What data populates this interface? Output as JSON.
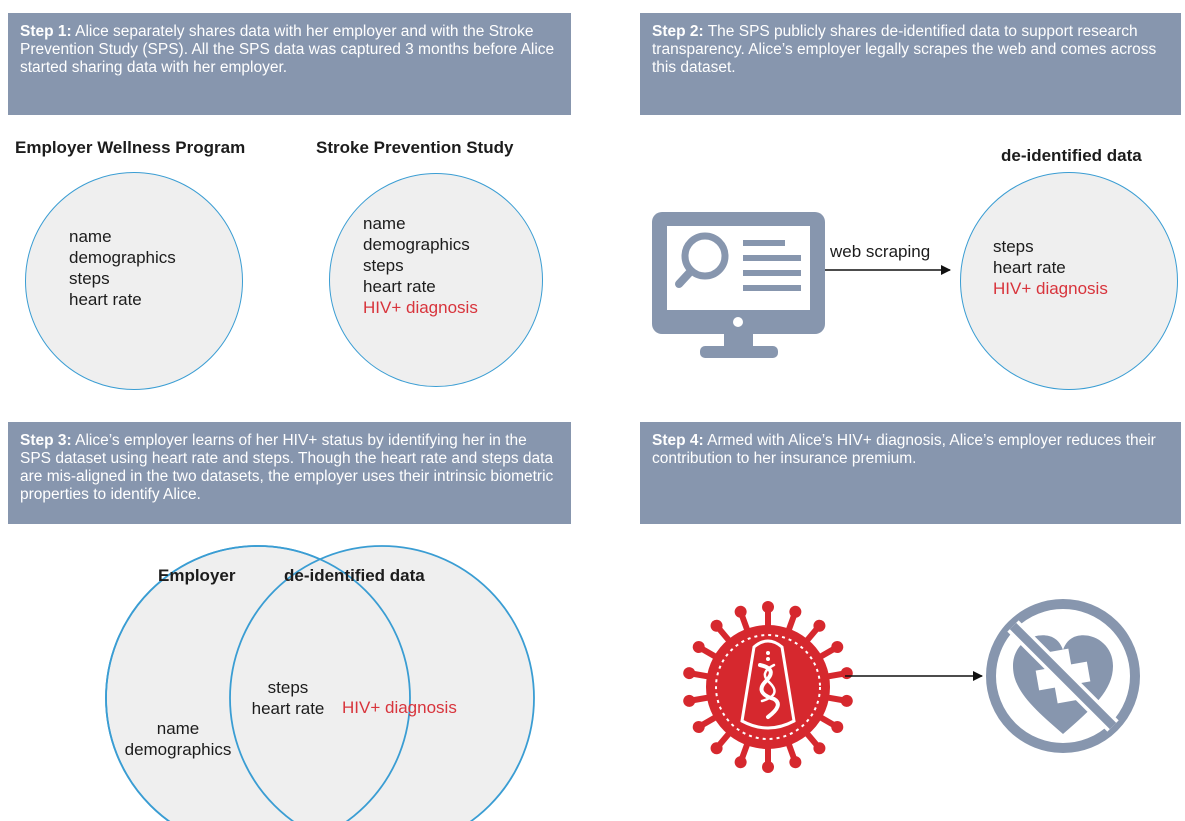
{
  "step1": {
    "label": "Step 1:",
    "text": " Alice separately shares data with her employer and with the Stroke Prevention Study (SPS). All the SPS data was captured 3 months before Alice started sharing data with her employer."
  },
  "step2": {
    "label": "Step 2:",
    "text": " The SPS publicly shares de-identified data  to support research transparency. Alice’s employer legally scrapes the web and comes across this dataset."
  },
  "step3": {
    "label": "Step 3:",
    "text": " Alice’s employer learns of her HIV+ status by identifying her in the SPS  dataset using heart rate and steps. Though the heart rate and steps data are mis-aligned in the two datasets, the employer uses their intrinsic biometric properties to identify Alice."
  },
  "step4": {
    "label": "Step 4:",
    "text": " Armed with Alice’s HIV+ diagnosis, Alice’s employer reduces their contribution to her insurance premium."
  },
  "panel1": {
    "employer_title": "Employer Wellness Program",
    "employer_items": [
      "name",
      "demographics",
      "steps",
      "heart rate"
    ],
    "sps_title": "Stroke Prevention Study",
    "sps_items": [
      "name",
      "demographics",
      "steps",
      "heart rate"
    ],
    "sps_sensitive": "HIV+ diagnosis"
  },
  "panel2": {
    "arrow_label": "web scraping",
    "dataset_title": "de-identified data",
    "dataset_items": [
      "steps",
      "heart rate"
    ],
    "dataset_sensitive": "HIV+ diagnosis"
  },
  "panel3": {
    "employer_title": "Employer",
    "dataset_title": "de-identified data",
    "employer_only": [
      "name",
      "demographics"
    ],
    "overlap": [
      "steps",
      "heart rate"
    ],
    "dataset_only": "HIV+ diagnosis"
  },
  "colors": {
    "box_bg": "#8796ae",
    "circle_stroke": "#3a9dd3",
    "circle_fill": "#efefef",
    "sensitive": "#d8343c",
    "icon_gray": "#8796ae",
    "virus_red": "#d6282e"
  }
}
